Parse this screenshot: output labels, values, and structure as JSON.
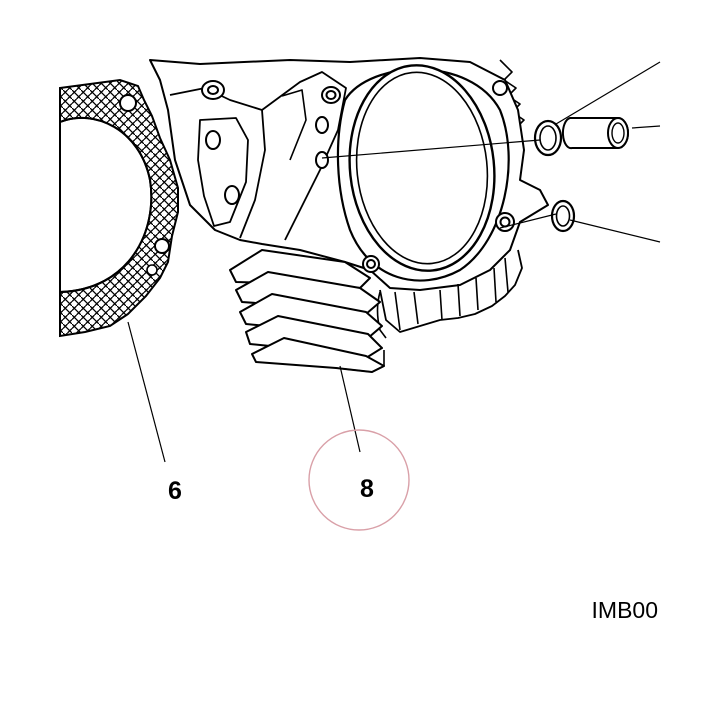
{
  "callouts": [
    {
      "label": "6"
    },
    {
      "label": "8",
      "highlighted": true
    }
  ],
  "image_code": "IMB00",
  "colors": {
    "line": "#000000",
    "background": "#ffffff",
    "highlight_circle": "#d9a0a8"
  }
}
